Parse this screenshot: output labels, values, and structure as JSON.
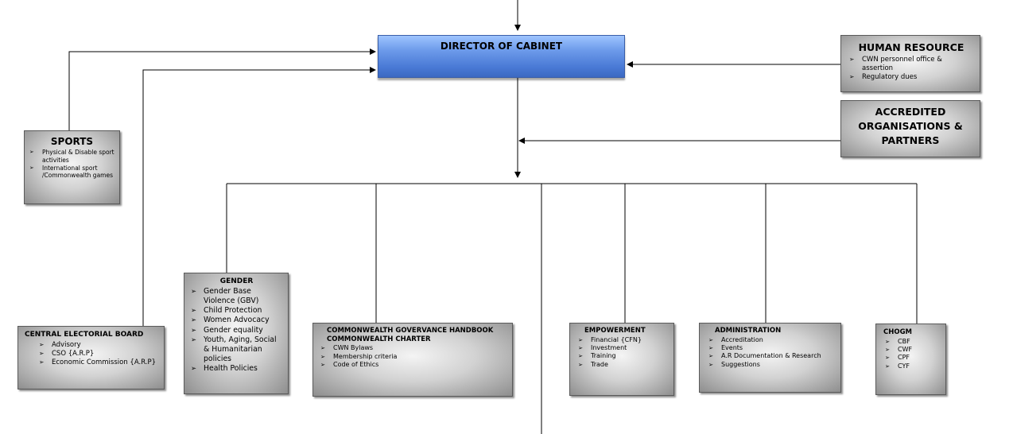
{
  "director": {
    "title": "DIRECTOR OF CABINET"
  },
  "human_resource": {
    "title": "HUMAN RESOURCE",
    "items": [
      "CWN personnel office & assertion",
      "Regulatory dues"
    ]
  },
  "accredited": {
    "title": "ACCREDITED ORGANISATIONS & PARTNERS"
  },
  "sports": {
    "title": "SPORTS",
    "items": [
      "Physical & Disable sport activities",
      "International sport /Commonwealth games"
    ]
  },
  "central_board": {
    "title": "CENTRAL ELECTORIAL BOARD",
    "items": [
      "Advisory",
      "CSO {A.R.P}",
      "Economic Commission {A.R.P}"
    ]
  },
  "gender": {
    "title": "GENDER",
    "items": [
      "Gender Base Violence (GBV)",
      "Child Protection",
      "Women Advocacy",
      "Gender equality",
      "Youth, Aging, Social & Humanitarian policies",
      "Health Policies"
    ]
  },
  "governance": {
    "title_line1": "COMMONWEALTH GOVERVANCE HANDBOOK",
    "title_line2": "COMMONWEALTH CHARTER",
    "items": [
      "CWN Bylaws",
      "Membership criteria",
      "Code of Ethics"
    ]
  },
  "empowerment": {
    "title": "EMPOWERMENT",
    "items": [
      "Financial {CFN}",
      "Investment",
      "Training",
      "Trade"
    ]
  },
  "administration": {
    "title": "ADMINISTRATION",
    "items": [
      "Accreditation",
      "Events",
      "A.R Documentation & Research",
      "Suggestions"
    ]
  },
  "chogm": {
    "title": "CHOGM",
    "items": [
      "CBF",
      "CWF",
      "CPF",
      "CYF"
    ]
  },
  "colors": {
    "director_blue": "#4a7ad6",
    "box_grey": "#b0b0b0",
    "line": "#000000"
  }
}
